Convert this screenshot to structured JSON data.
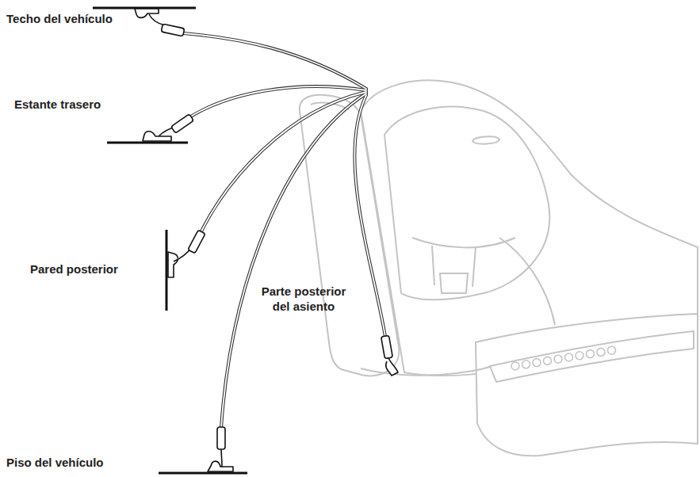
{
  "diagram": {
    "labels": [
      "Techo del vehículo",
      "Estante trasero",
      "Pared posterior",
      "Parte posterior del asiento",
      "Piso del vehículo"
    ]
  }
}
